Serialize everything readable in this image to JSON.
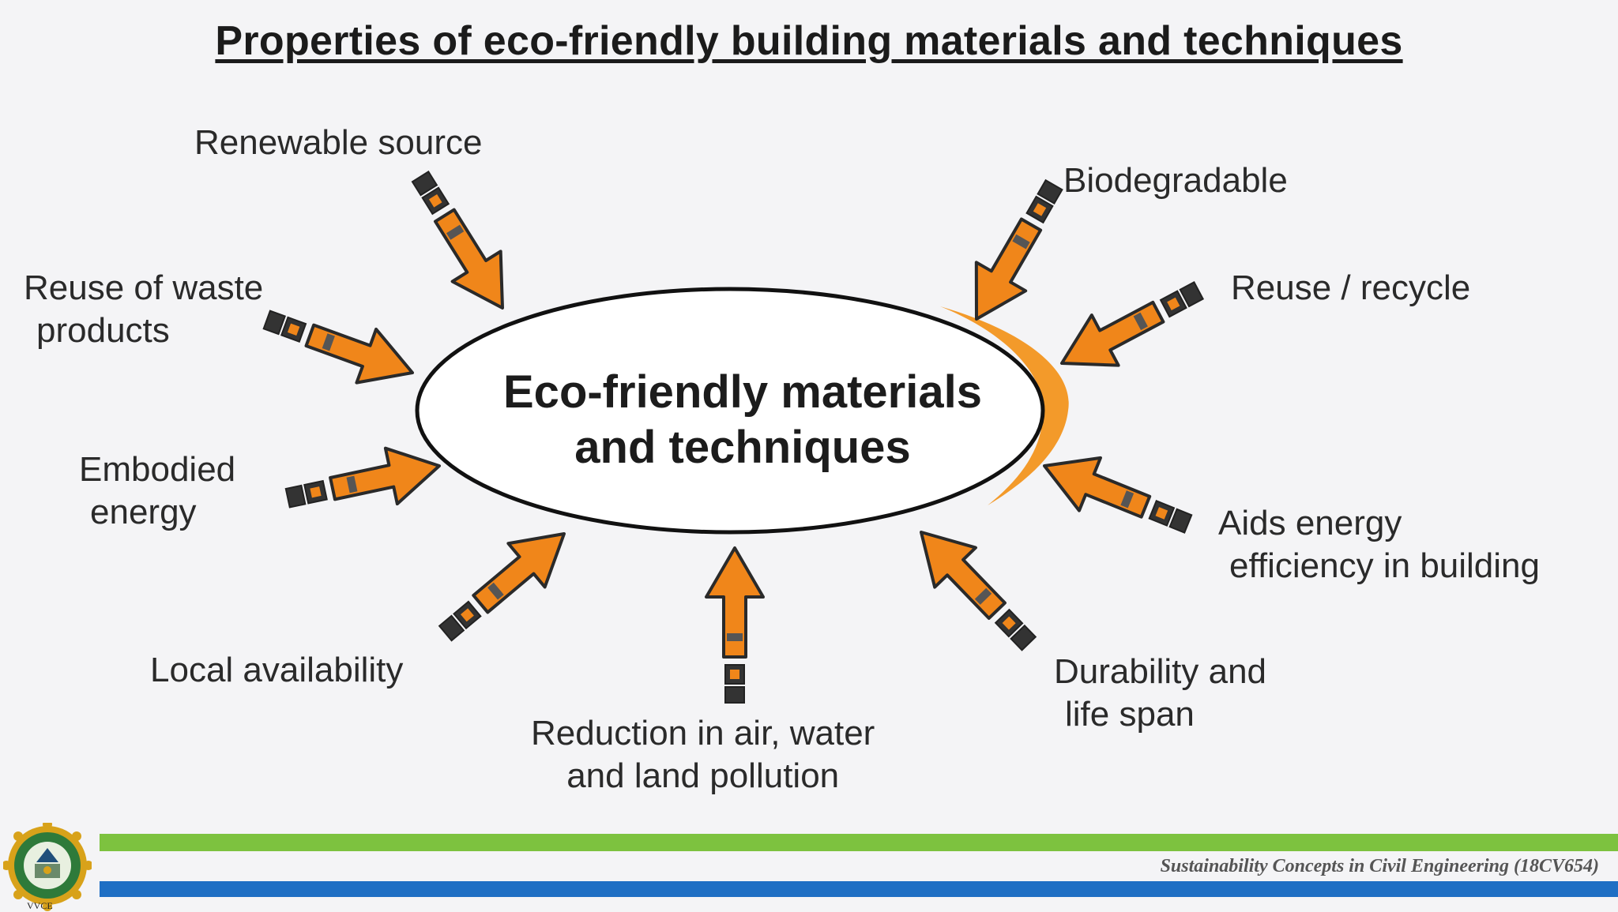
{
  "title": "Properties of eco-friendly building materials and techniques",
  "center": {
    "line1": "Eco-friendly materials",
    "line2": "and techniques"
  },
  "labels": {
    "renewable_source": "Renewable source",
    "biodegradable": "Biodegradable",
    "reuse_waste_line1": "Reuse of waste",
    "reuse_waste_line2": "products",
    "reuse_recycle": "Reuse / recycle",
    "embodied_line1": "Embodied",
    "embodied_line2": "energy",
    "aids_line1": "Aids energy",
    "aids_line2": "efficiency in building",
    "local_availability": "Local availability",
    "durability_line1": "Durability and",
    "durability_line2": "life span",
    "reduction_line1": "Reduction in air, water",
    "reduction_line2": "and land pollution"
  },
  "footer": {
    "course": "Sustainability Concepts in Civil Engineering  (18CV654)",
    "logo_abbrev": "VVCE"
  },
  "colors": {
    "arrow_fill": "#f0861a",
    "arrow_stroke": "#2a2a2a",
    "glow": "#f39a2a",
    "footer_green": "#7dc23f",
    "footer_blue": "#1f6fc4"
  }
}
